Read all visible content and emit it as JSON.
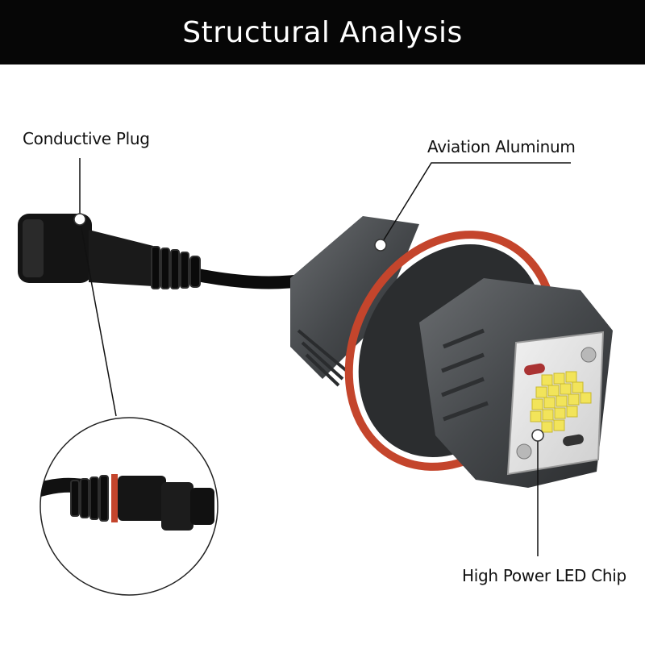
{
  "header": {
    "title": "Structural Analysis"
  },
  "callouts": {
    "conductive_plug": "Conductive Plug",
    "aviation_aluminum": "Aviation Aluminum",
    "led_chip": "High Power LED Chip"
  },
  "colors": {
    "header_bg": "#060606",
    "header_text": "#ffffff",
    "housing": "#4a4d50",
    "o_ring": "#c4452c",
    "led": "#f2e45a"
  },
  "icons": [
    "product-photo",
    "zoom-inset",
    "callout-dot"
  ]
}
